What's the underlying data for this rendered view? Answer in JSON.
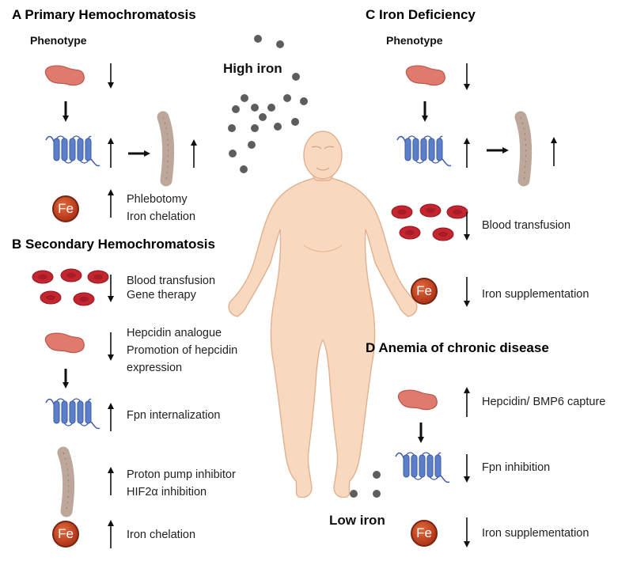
{
  "colors": {
    "body_skin": "#f8d9bf",
    "body_outline": "#e2b08e",
    "iron_dot": "#5d5d5d",
    "rbc": "#c4252f",
    "ferroportin": "#5b7fc9",
    "liver": "#e07a6c",
    "fe_badge": "#b73a1c"
  },
  "icons": [
    "liver-cell-icon",
    "ferroportin-icon",
    "intestine-icon",
    "fe-iron-icon",
    "red-blood-cells-icon",
    "iron-particles-icon",
    "human-body-icon"
  ],
  "center": {
    "high_iron": "High iron",
    "low_iron": "Low iron"
  },
  "fe_label": "Fe",
  "panels": {
    "A": {
      "title": "A Primary Hemochromatosis",
      "phenotype": "Phenotype",
      "treatments": [
        "Phlebotomy",
        "Iron chelation"
      ]
    },
    "B": {
      "title": "B Secondary Hemochromatosis",
      "rows": [
        {
          "lines": [
            "Blood transfusion",
            "Gene therapy"
          ]
        },
        {
          "lines": [
            "Hepcidin analogue",
            "Promotion of hepcidin",
            "expression"
          ]
        },
        {
          "lines": [
            "Fpn internalization"
          ]
        },
        {
          "lines": [
            "Proton pump inhibitor",
            "HIF2α inhibition"
          ]
        },
        {
          "lines": [
            "Iron chelation"
          ]
        }
      ]
    },
    "C": {
      "title": "C Iron Deficiency",
      "phenotype": "Phenotype",
      "rows": [
        {
          "lines": [
            "Blood transfusion"
          ]
        },
        {
          "lines": [
            "Iron supplementation"
          ]
        }
      ]
    },
    "D": {
      "title": "D Anemia of chronic disease",
      "rows": [
        {
          "lines": [
            "Hepcidin/ BMP6 capture"
          ]
        },
        {
          "lines": [
            "Fpn inhibition"
          ]
        },
        {
          "lines": [
            "Iron supplementation"
          ]
        }
      ]
    }
  }
}
